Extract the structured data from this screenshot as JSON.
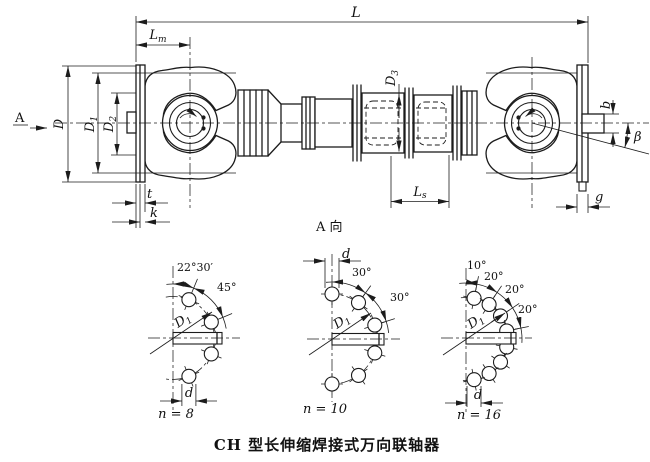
{
  "figure": {
    "caption": "CH 型长伸缩焊接式万向联轴器",
    "view_direction_label": "A 向",
    "colors": {
      "line": "#1c1c1c",
      "background": "#ffffff"
    }
  },
  "dimensions": {
    "L": "L",
    "Lm": {
      "base": "L",
      "sub": "m"
    },
    "D": "D",
    "D1": {
      "base": "D",
      "sub": "1"
    },
    "D2": {
      "base": "D",
      "sub": "2"
    },
    "D3": {
      "base": "D",
      "sub": "3"
    },
    "Ls": {
      "base": "L",
      "sub": "s"
    },
    "t": "t",
    "k": "k",
    "g": "g",
    "b": "b",
    "beta": "β",
    "view_arrow": "A"
  },
  "bolt_views": [
    {
      "angles": [
        "22°30′",
        "45°"
      ],
      "bolt_circle": {
        "base": "D",
        "sub": "1"
      },
      "hole_dia": "d",
      "bolt_count": "n = 8"
    },
    {
      "angles": [
        "30°",
        "30°"
      ],
      "bolt_circle": {
        "base": "D",
        "sub": "1"
      },
      "hole_dia": "d",
      "bolt_count": "n = 10"
    },
    {
      "angles": [
        "10°",
        "20°",
        "20°",
        "20°"
      ],
      "bolt_circle": {
        "base": "D",
        "sub": "1"
      },
      "hole_dia": "d",
      "bolt_count": "n = 16"
    }
  ]
}
